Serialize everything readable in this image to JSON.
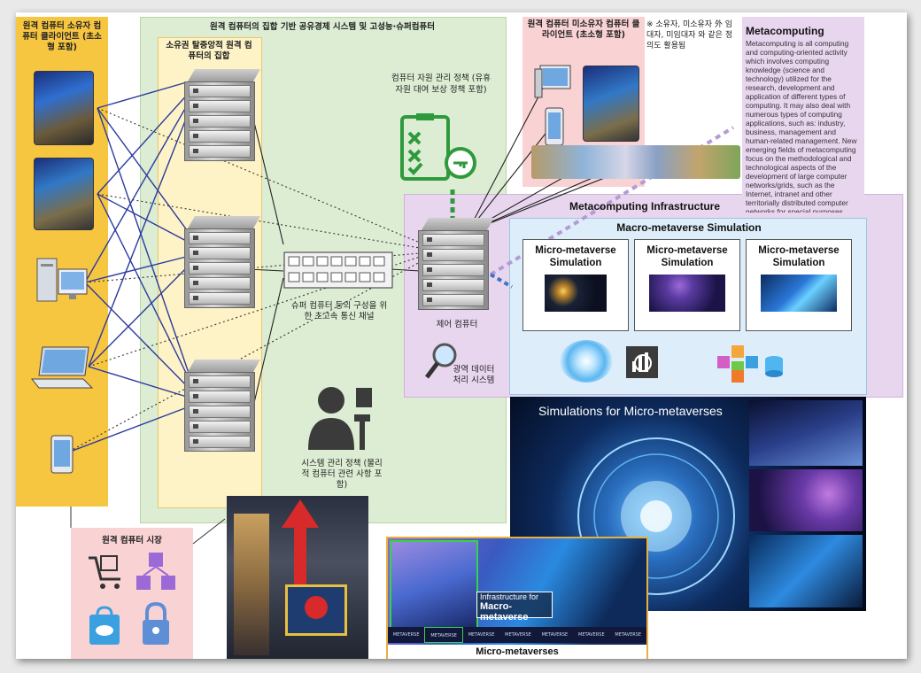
{
  "panels": {
    "left_title": "원격 컴퓨터 소유자 컴퓨터 클라이언트 (초소형 포함)",
    "green_title": "원격 컴퓨터의 집합 기반 공유경제 시스템 및 고성능·슈퍼컴퓨터",
    "cream_title": "소유권 탈중앙적 원격 컴퓨터의 집합",
    "policy_resource": "컴퓨터 자원 관리 정책 (유휴 자원 대여 보상 정책 포함)",
    "channel_label": "슈퍼 컴퓨터 등의 구성을 위한 초고속 통신 채널",
    "control_computer": "제어 컴퓨터",
    "optical_system": "광역 데이터 처리 시스템",
    "system_policy": "시스템 관리 정책 (물리적 컴퓨터 관련 사항 포함)",
    "nonowner_title": "원격 컴퓨터 미소유자 컴퓨터 클라이언트 (초소형 포함)",
    "nonowner_note": "※ 소유자, 미소유자 外 임대자, 미임대자 와 같은 정의도 활용됨",
    "market_title": "원격 컴퓨터 시장"
  },
  "metacomputing": {
    "heading": "Metacomputing",
    "definition": "Metacomputing is all computing and computing-oriented activity which involves computing knowledge (science and technology) utilized for the research, development and application of different types of computing. It may also deal with numerous types of computing applications, such as: industry, business, management and human-related management. New emerging fields of metacomputing focus on the methodological and technological aspects of the development of large computer networks/grids, such as the Internet, intranet and other territorially distributed computer networks for special purposes."
  },
  "infrastructure": {
    "title": "Metacomputing Infrastructure",
    "macro_title": "Macro-metaverse Simulation",
    "micro_boxes": [
      {
        "label": "Micro-metaverse Simulation"
      },
      {
        "label": "Micro-metaverse Simulation"
      },
      {
        "label": "Micro-metaverse Simulation"
      }
    ]
  },
  "bottom": {
    "sim_banner": "Simulations for Micro-metaverses",
    "infra_label_1": "Infrastructure for",
    "infra_label_2": "Macro-metaverse",
    "strip_label": "METAVERSE",
    "micro_caption": "Micro-metaverses"
  },
  "colors": {
    "left_panel": "#f7c640",
    "green_panel": "#dcedd3",
    "cream_panel": "#fdf3c6",
    "pink_panel": "#f9d2d4",
    "purple_panel": "#e8d6ef",
    "blue_panel": "#ddeefa",
    "link_blue": "#2b3a9e",
    "policy_green": "#2e9a3c",
    "dashed_purple": "#b49bd6",
    "dashed_blue": "#3d74c8"
  },
  "icons": [
    "server-rack-icon",
    "laptop-icon",
    "desktop-pc-icon",
    "tablet-icon",
    "checklist-key-icon",
    "magnifier-icon",
    "admin-person-icon",
    "shopping-cart-icon",
    "cube-network-icon",
    "cloud-bag-icon",
    "lock-icon"
  ]
}
